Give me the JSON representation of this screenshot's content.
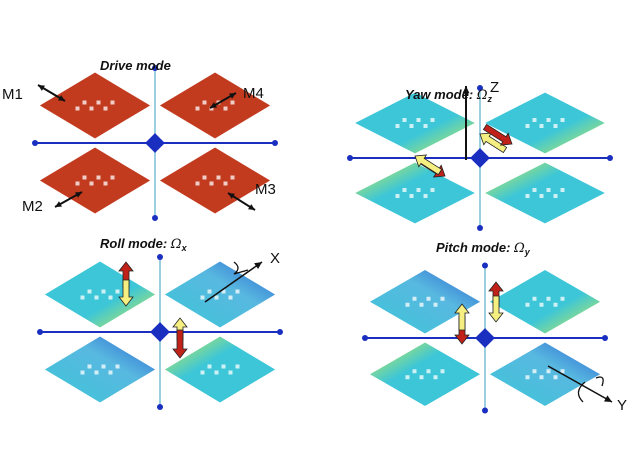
{
  "panels": {
    "drive": {
      "title": "Drive mode",
      "masses": [
        "M1",
        "M2",
        "M3",
        "M4"
      ]
    },
    "yaw": {
      "title": "Yaw mode: ",
      "omega": "Ω",
      "sub": "z",
      "axis": "Z"
    },
    "roll": {
      "title": "Roll mode: ",
      "omega": "Ω",
      "sub": "x",
      "axis": "X"
    },
    "pitch": {
      "title": "Pitch mode: ",
      "omega": "Ω",
      "sub": "y",
      "axis": "Y"
    }
  },
  "colors": {
    "drive": "#c23b1f",
    "anchor": "#1a2fc0",
    "low": "#3cc6d8",
    "mid": "#9ee07a",
    "high": "#f0c020",
    "arrow_red": "#c0221a",
    "arrow_yellow": "#f5ee80"
  }
}
